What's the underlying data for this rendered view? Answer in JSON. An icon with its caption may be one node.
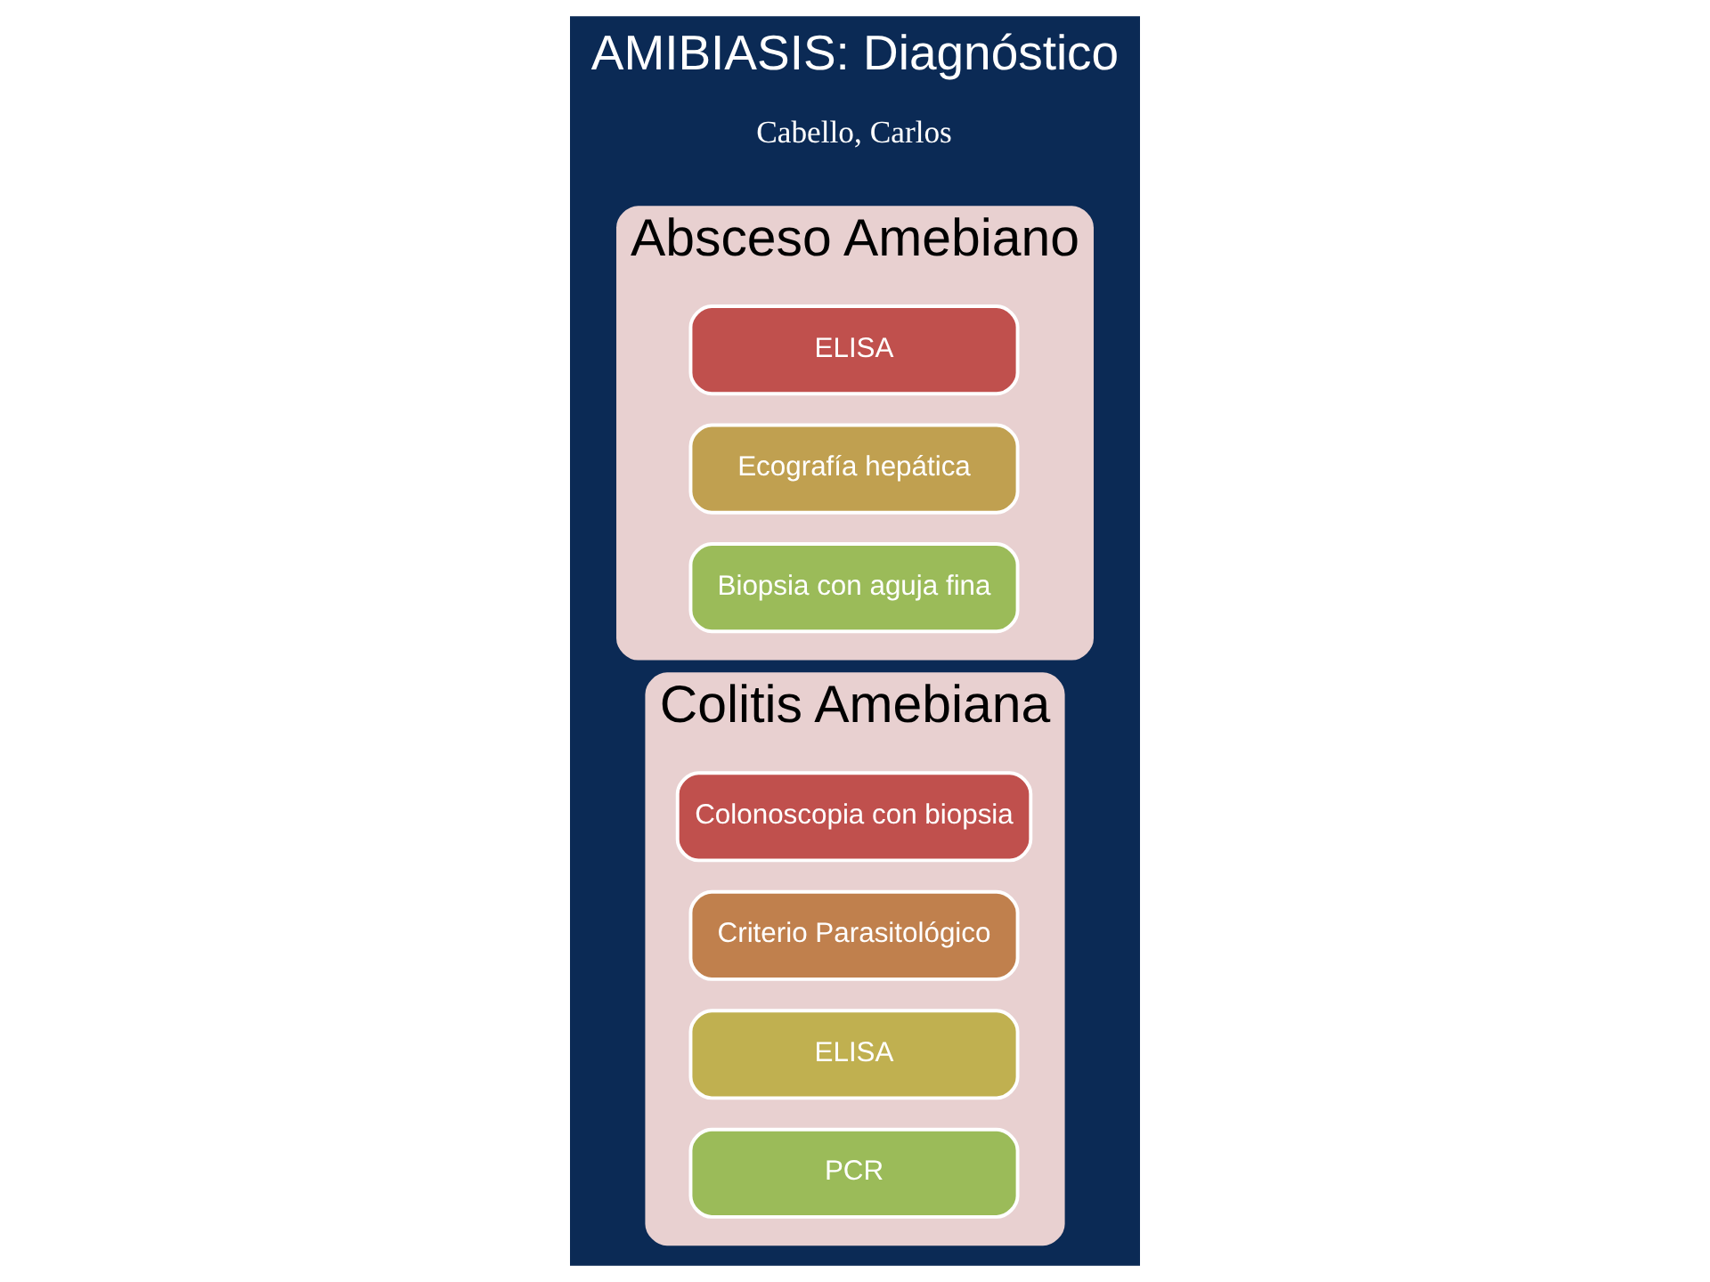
{
  "diagram": {
    "title": "AMIBIASIS: Diagnóstico",
    "nodes": [
      {
        "text": [
          "Colitis Amebiana"
        ]
      },
      {
        "text": [
          "Colonoscopia con biopsia"
        ],
        "in": 0
      },
      {
        "text": [
          "Criterio Parasitológico"
        ],
        "in": 0
      },
      {
        "text": [
          "ELISA"
        ],
        "in": 0
      },
      {
        "text": [
          "PCR"
        ],
        "in": 0
      },
      {
        "text": [
          "Absceso Amebiano"
        ]
      },
      {
        "text": [
          "ELISA"
        ],
        "in": 5
      },
      {
        "text": [
          "Ecografía hepática"
        ],
        "in": 5
      },
      {
        "text": [
          "Biopsia con aguja fina"
        ],
        "in": 5
      }
    ],
    "edges": [],
    "labels": [
      "Cabello, Carlos"
    ]
  }
}
